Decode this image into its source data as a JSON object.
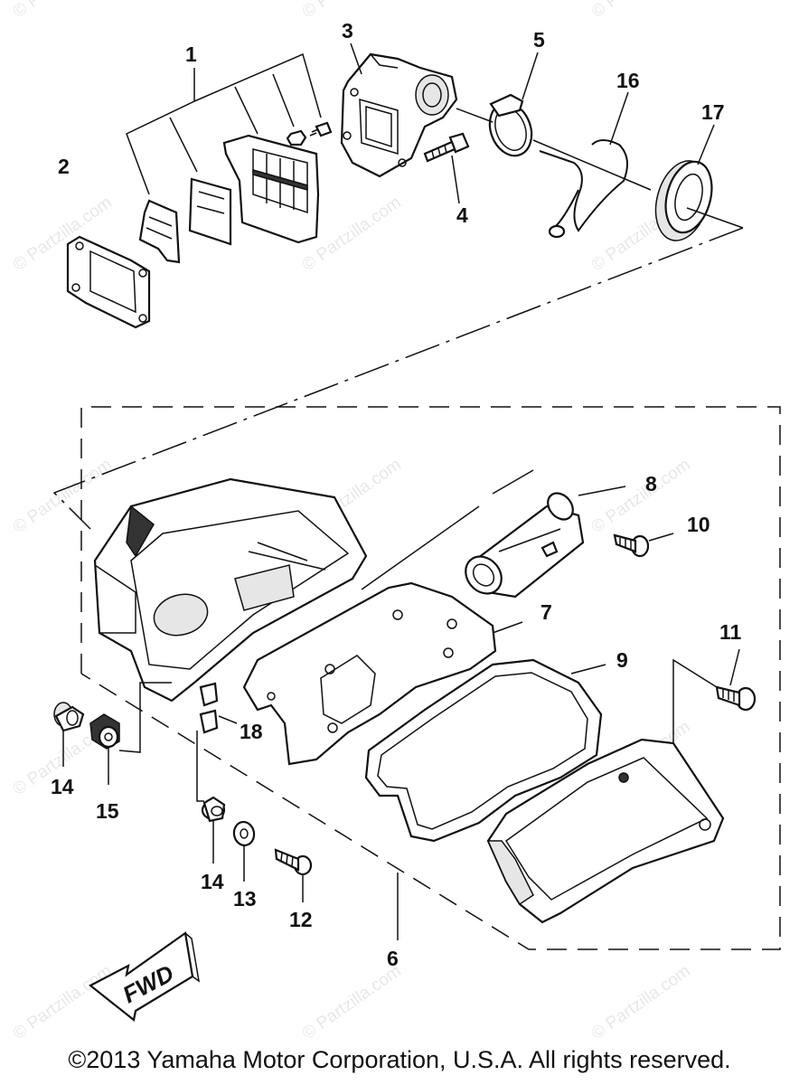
{
  "diagram": {
    "callouts": [
      {
        "id": "1",
        "label": "1"
      },
      {
        "id": "2",
        "label": "2"
      },
      {
        "id": "3",
        "label": "3"
      },
      {
        "id": "4",
        "label": "4"
      },
      {
        "id": "5",
        "label": "5"
      },
      {
        "id": "16",
        "label": "16"
      },
      {
        "id": "17",
        "label": "17"
      },
      {
        "id": "8",
        "label": "8"
      },
      {
        "id": "10",
        "label": "10"
      },
      {
        "id": "7",
        "label": "7"
      },
      {
        "id": "9",
        "label": "9"
      },
      {
        "id": "11",
        "label": "11"
      },
      {
        "id": "18",
        "label": "18"
      },
      {
        "id": "14a",
        "label": "14"
      },
      {
        "id": "15",
        "label": "15"
      },
      {
        "id": "14b",
        "label": "14"
      },
      {
        "id": "13",
        "label": "13"
      },
      {
        "id": "12",
        "label": "12"
      },
      {
        "id": "6",
        "label": "6"
      }
    ],
    "fwd_label": "FWD",
    "watermark_text": "© Partzilla.com"
  },
  "footer": {
    "copyright": "©2013 Yamaha Motor Corporation, U.S.A. All rights reserved."
  }
}
